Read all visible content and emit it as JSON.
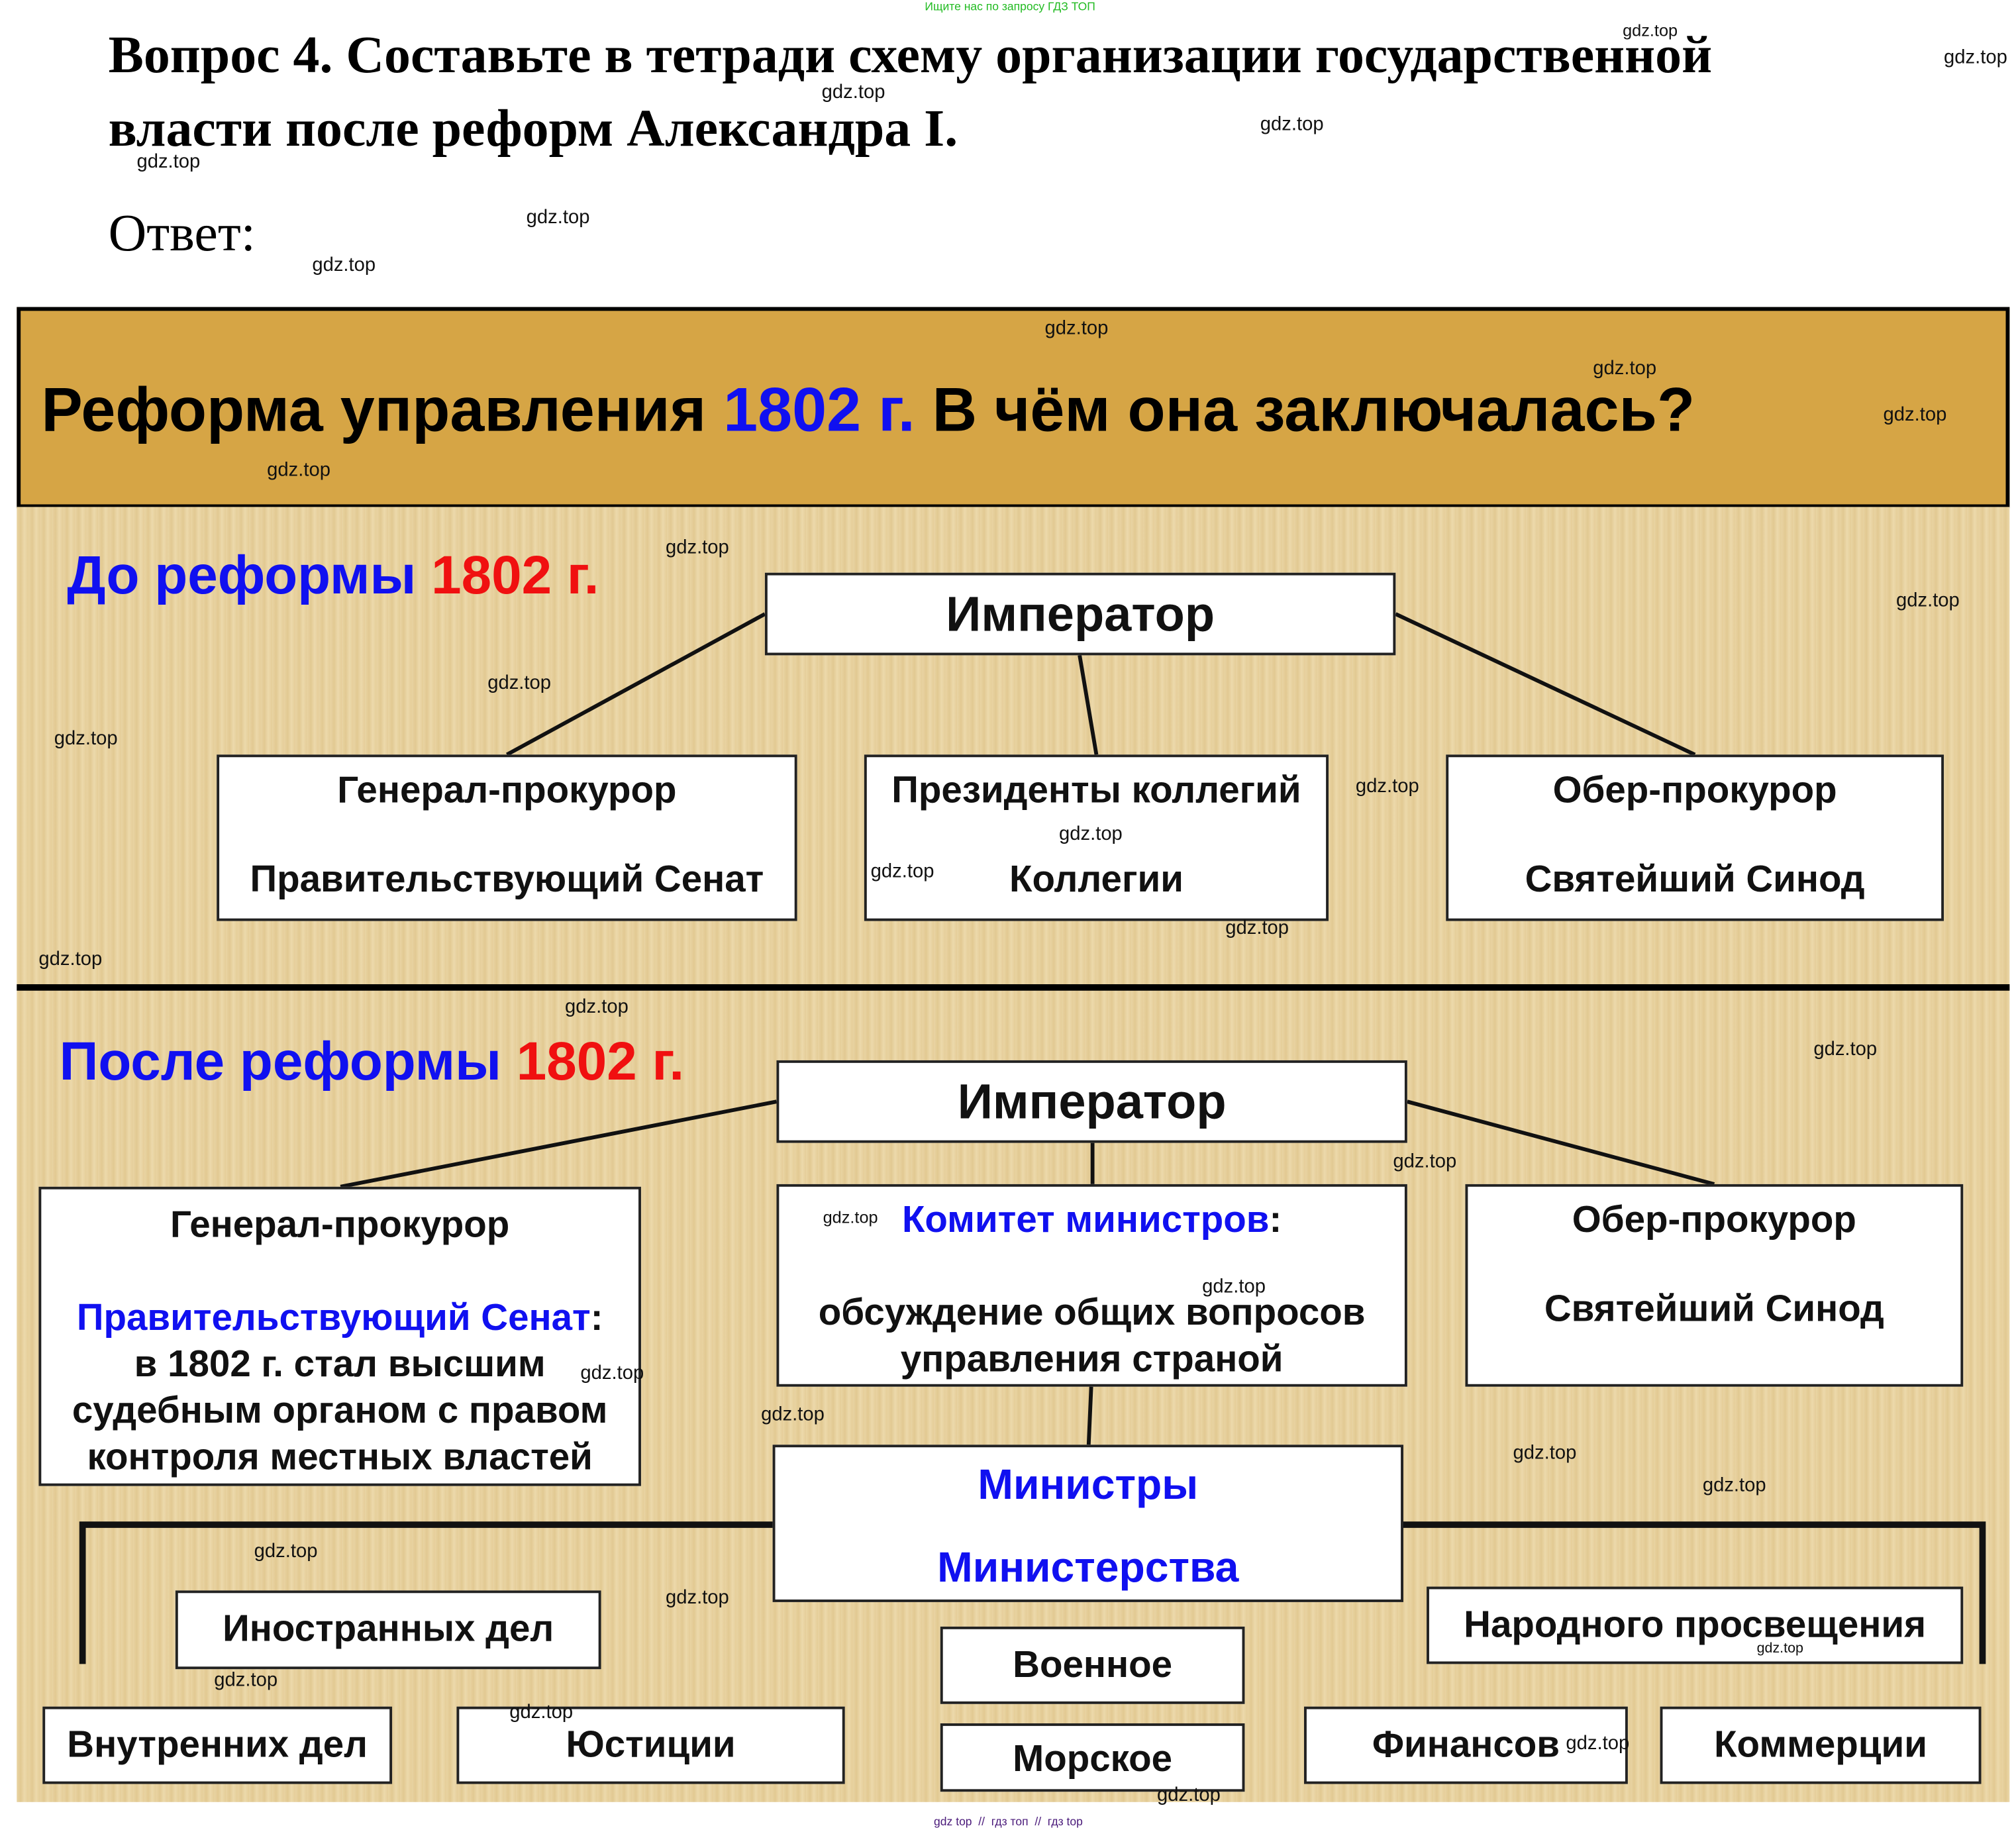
{
  "top_notice": "Ищите нас по запросу ГДЗ ТОП",
  "question": {
    "line1": "Вопрос 4. Составьте в тетради схему организации государственной",
    "line2": "власти после реформ Александра I."
  },
  "answer_label": "Ответ:",
  "banner": {
    "prefix": "Реформа управления ",
    "year": "1802 г.",
    "suffix": " В чём она заключалась?"
  },
  "before": {
    "heading": "До реформы ",
    "year": "1802 г.",
    "emperor": "Император",
    "boxes": [
      {
        "top": "Генерал-прокурор",
        "bottom": "Правительствующий Сенат"
      },
      {
        "top": "Президенты коллегий",
        "bottom": "Коллегии"
      },
      {
        "top": "Обер-прокурор",
        "bottom": "Святейший Синод"
      }
    ]
  },
  "after": {
    "heading": "После реформы ",
    "year": "1802 г.",
    "emperor": "Император",
    "gp": {
      "title": "Генерал-прокурор",
      "senate": "Правительствующий Сенат",
      "colon": ":",
      "desc1": "в 1802 г. стал высшим",
      "desc2": "судебным органом с правом",
      "desc3": "контроля местных властей"
    },
    "committee": {
      "title": "Комитет министров",
      "colon": ":",
      "desc1": "обсуждение общих вопросов",
      "desc2": "управления страной"
    },
    "op": {
      "top": "Обер-прокурор",
      "bottom": "Святейший Синод"
    },
    "ministers": {
      "top": "Министры",
      "bottom": "Министерства"
    },
    "ministries": [
      "Иностранных дел",
      "Военное",
      "Народного просвещения",
      "Внутренних дел",
      "Юстиции",
      "Морское",
      "Финансов",
      "Коммерции"
    ]
  },
  "watermark": "gdz.top",
  "footer": "gdz top  //  гдз топ  //  гдз top",
  "colors": {
    "banner": "#d6a545",
    "blue": "#1010f0",
    "red": "#f01010"
  }
}
